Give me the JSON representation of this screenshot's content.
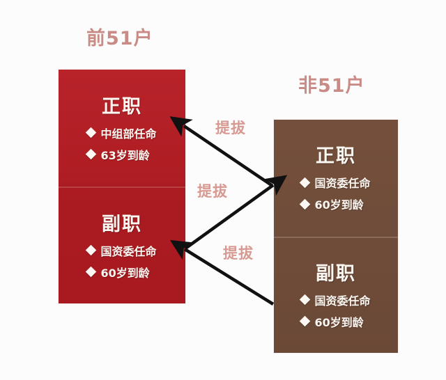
{
  "groups": {
    "left": {
      "title": "前51户",
      "color": "#b21f25",
      "cells": [
        {
          "title": "正职",
          "bullets": [
            "中组部任命",
            "63岁到龄"
          ]
        },
        {
          "title": "副职",
          "bullets": [
            "国资委任命",
            "60岁到龄"
          ]
        }
      ]
    },
    "right": {
      "title": "非51户",
      "color": "#6f4c39",
      "cells": [
        {
          "title": "正职",
          "bullets": [
            "国资委任命",
            "60岁到龄"
          ]
        },
        {
          "title": "副职",
          "bullets": [
            "国资委任命",
            "60岁到龄"
          ]
        }
      ]
    }
  },
  "arrows": [
    {
      "label": "提拔",
      "from": "right-正职",
      "to": "left-正职"
    },
    {
      "label": "提拔",
      "from": "left-副职",
      "to": "right-正职"
    },
    {
      "label": "提拔",
      "from": "right-副职",
      "to": "left-副职"
    }
  ],
  "title_color": "#c98b85",
  "label_color": "#d79a92",
  "watermark": ""
}
